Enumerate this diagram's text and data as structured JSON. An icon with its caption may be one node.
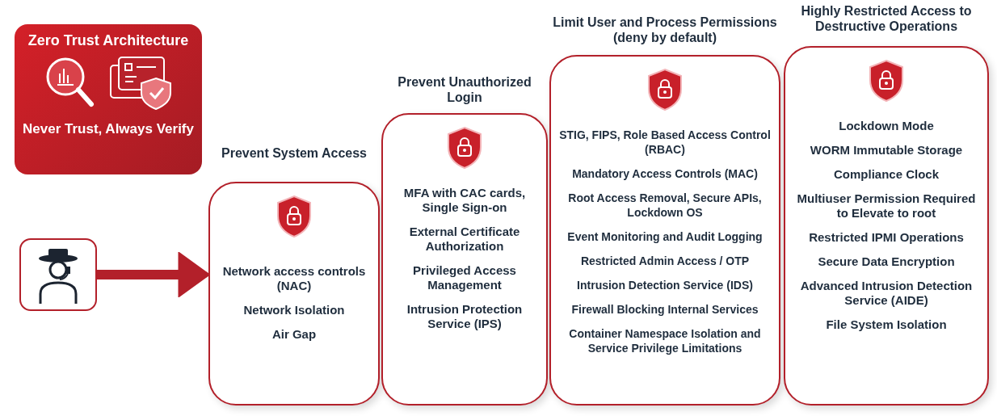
{
  "diagram": {
    "nodes": [
      {
        "text": [
          "Zero Trust Architecture",
          "Never Trust, Always Verify"
        ]
      },
      {
        "text": [],
        "shape": "box"
      },
      {
        "text": [
          "Prevent System Access",
          "Network access controls (NAC)",
          "Network Isolation",
          "Air Gap"
        ]
      },
      {
        "text": [
          "Prevent Unauthorized Login",
          "MFA with CAC cards, Single Sign-on",
          "External Certificate Authorization",
          "Privileged Access Management",
          "Intrusion Protection Service (IPS)"
        ]
      },
      {
        "text": [
          "Limit User and Process Permissions (deny by default)",
          "STIG, FIPS, Role Based Access Control (RBAC)",
          "Mandatory Access Controls (MAC)",
          "Root Access Removal, Secure APIs, Lockdown OS",
          "Event Monitoring and Audit Logging",
          "Restricted Admin Access / OTP",
          "Intrusion Detection Service (IDS)",
          "Firewall Blocking Internal Services",
          "Container Namespace Isolation and Service Privilege Limitations"
        ]
      },
      {
        "text": [
          "Highly Restricted Access to Destructive Operations",
          "Lockdown Mode",
          "WORM Immutable Storage",
          "Compliance Clock",
          "Multiuser Permission Required to Elevate to root",
          "Restricted IPMI Operations",
          "Secure Data Encryption",
          "Advanced Intrusion Detection Service (AIDE)",
          "File System Isolation"
        ]
      }
    ],
    "edges": [
      {
        "from": 1,
        "to": 2,
        "arrow": "to"
      }
    ]
  }
}
